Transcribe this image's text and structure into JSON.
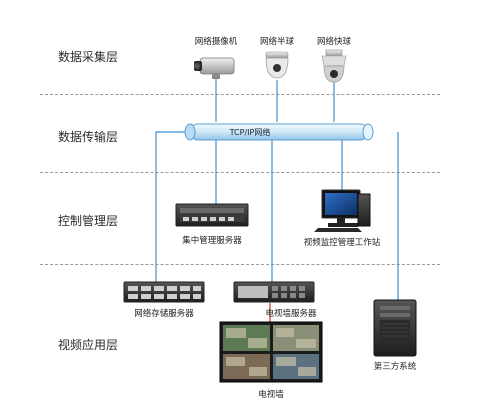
{
  "layers": {
    "data_collection": "数据采集层",
    "data_transmission": "数据传输层",
    "control_management": "控制管理层",
    "video_application": "视频应用层"
  },
  "devices": {
    "network_camera": "网络摄像机",
    "network_dome": "网络半球",
    "network_speed_dome": "网络快球",
    "central_server": "集中管理服务器",
    "workstation": "视频监控管理工作站",
    "storage_server": "网络存储服务器",
    "tv_wall_server": "电视墙服务器",
    "third_party": "第三方系统",
    "tv_wall": "电视墙"
  },
  "bus": {
    "label": "TCP/IP网络"
  },
  "colors": {
    "bus_fill": "#cfe6f7",
    "bus_stroke": "#5b9fd4",
    "link": "#3f8fd2",
    "tv_link": "#d0302a"
  }
}
